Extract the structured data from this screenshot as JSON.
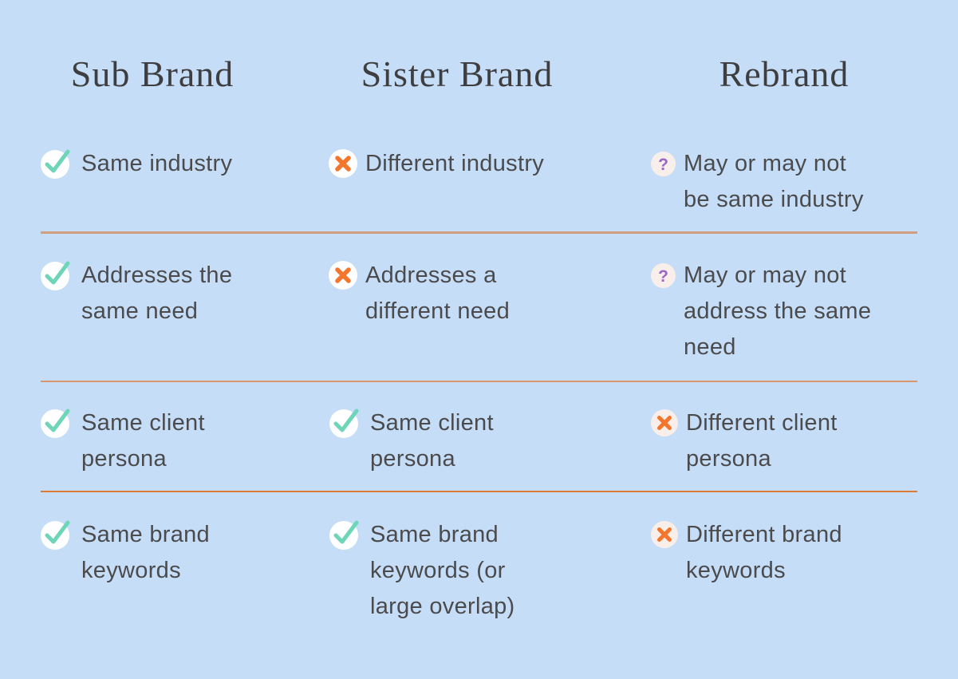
{
  "colors": {
    "bg": "#C5DDF7",
    "header-text": "#3E3E40",
    "body-text": "#4B4B4D",
    "mint": "#6FD5B8",
    "orange": "#F4752C",
    "purple": "#9C64C6",
    "pink-circle": "#F9EFEA",
    "white-circle": "#FFFFFF",
    "divider1": "#D29E80",
    "divider2": "#D9976B",
    "divider3": "#E07A33"
  },
  "table": {
    "columns": [
      {
        "header": "Sub Brand",
        "rows": [
          {
            "icon": "check-icon",
            "text": "Same industry"
          },
          {
            "icon": "check-icon",
            "text": "Addresses the\nsame need"
          },
          {
            "icon": "check-icon",
            "text": "Same client\npersona"
          },
          {
            "icon": "check-icon",
            "text": "Same brand\nkeywords"
          }
        ]
      },
      {
        "header": "Sister Brand",
        "rows": [
          {
            "icon": "cross-icon",
            "text": "Different industry"
          },
          {
            "icon": "cross-icon",
            "text": "Addresses a\ndifferent need"
          },
          {
            "icon": "check-icon",
            "text": "Same client\npersona"
          },
          {
            "icon": "check-icon",
            "text": "Same brand\nkeywords (or\nlarge overlap)"
          }
        ]
      },
      {
        "header": "Rebrand",
        "rows": [
          {
            "icon": "question-icon",
            "text": "May or may not\nbe same industry"
          },
          {
            "icon": "question-icon",
            "text": "May or may not\naddress the same\nneed"
          },
          {
            "icon": "cross-icon",
            "text": "Different client\npersona"
          },
          {
            "icon": "cross-icon",
            "text": "Different brand\nkeywords"
          }
        ]
      }
    ]
  }
}
